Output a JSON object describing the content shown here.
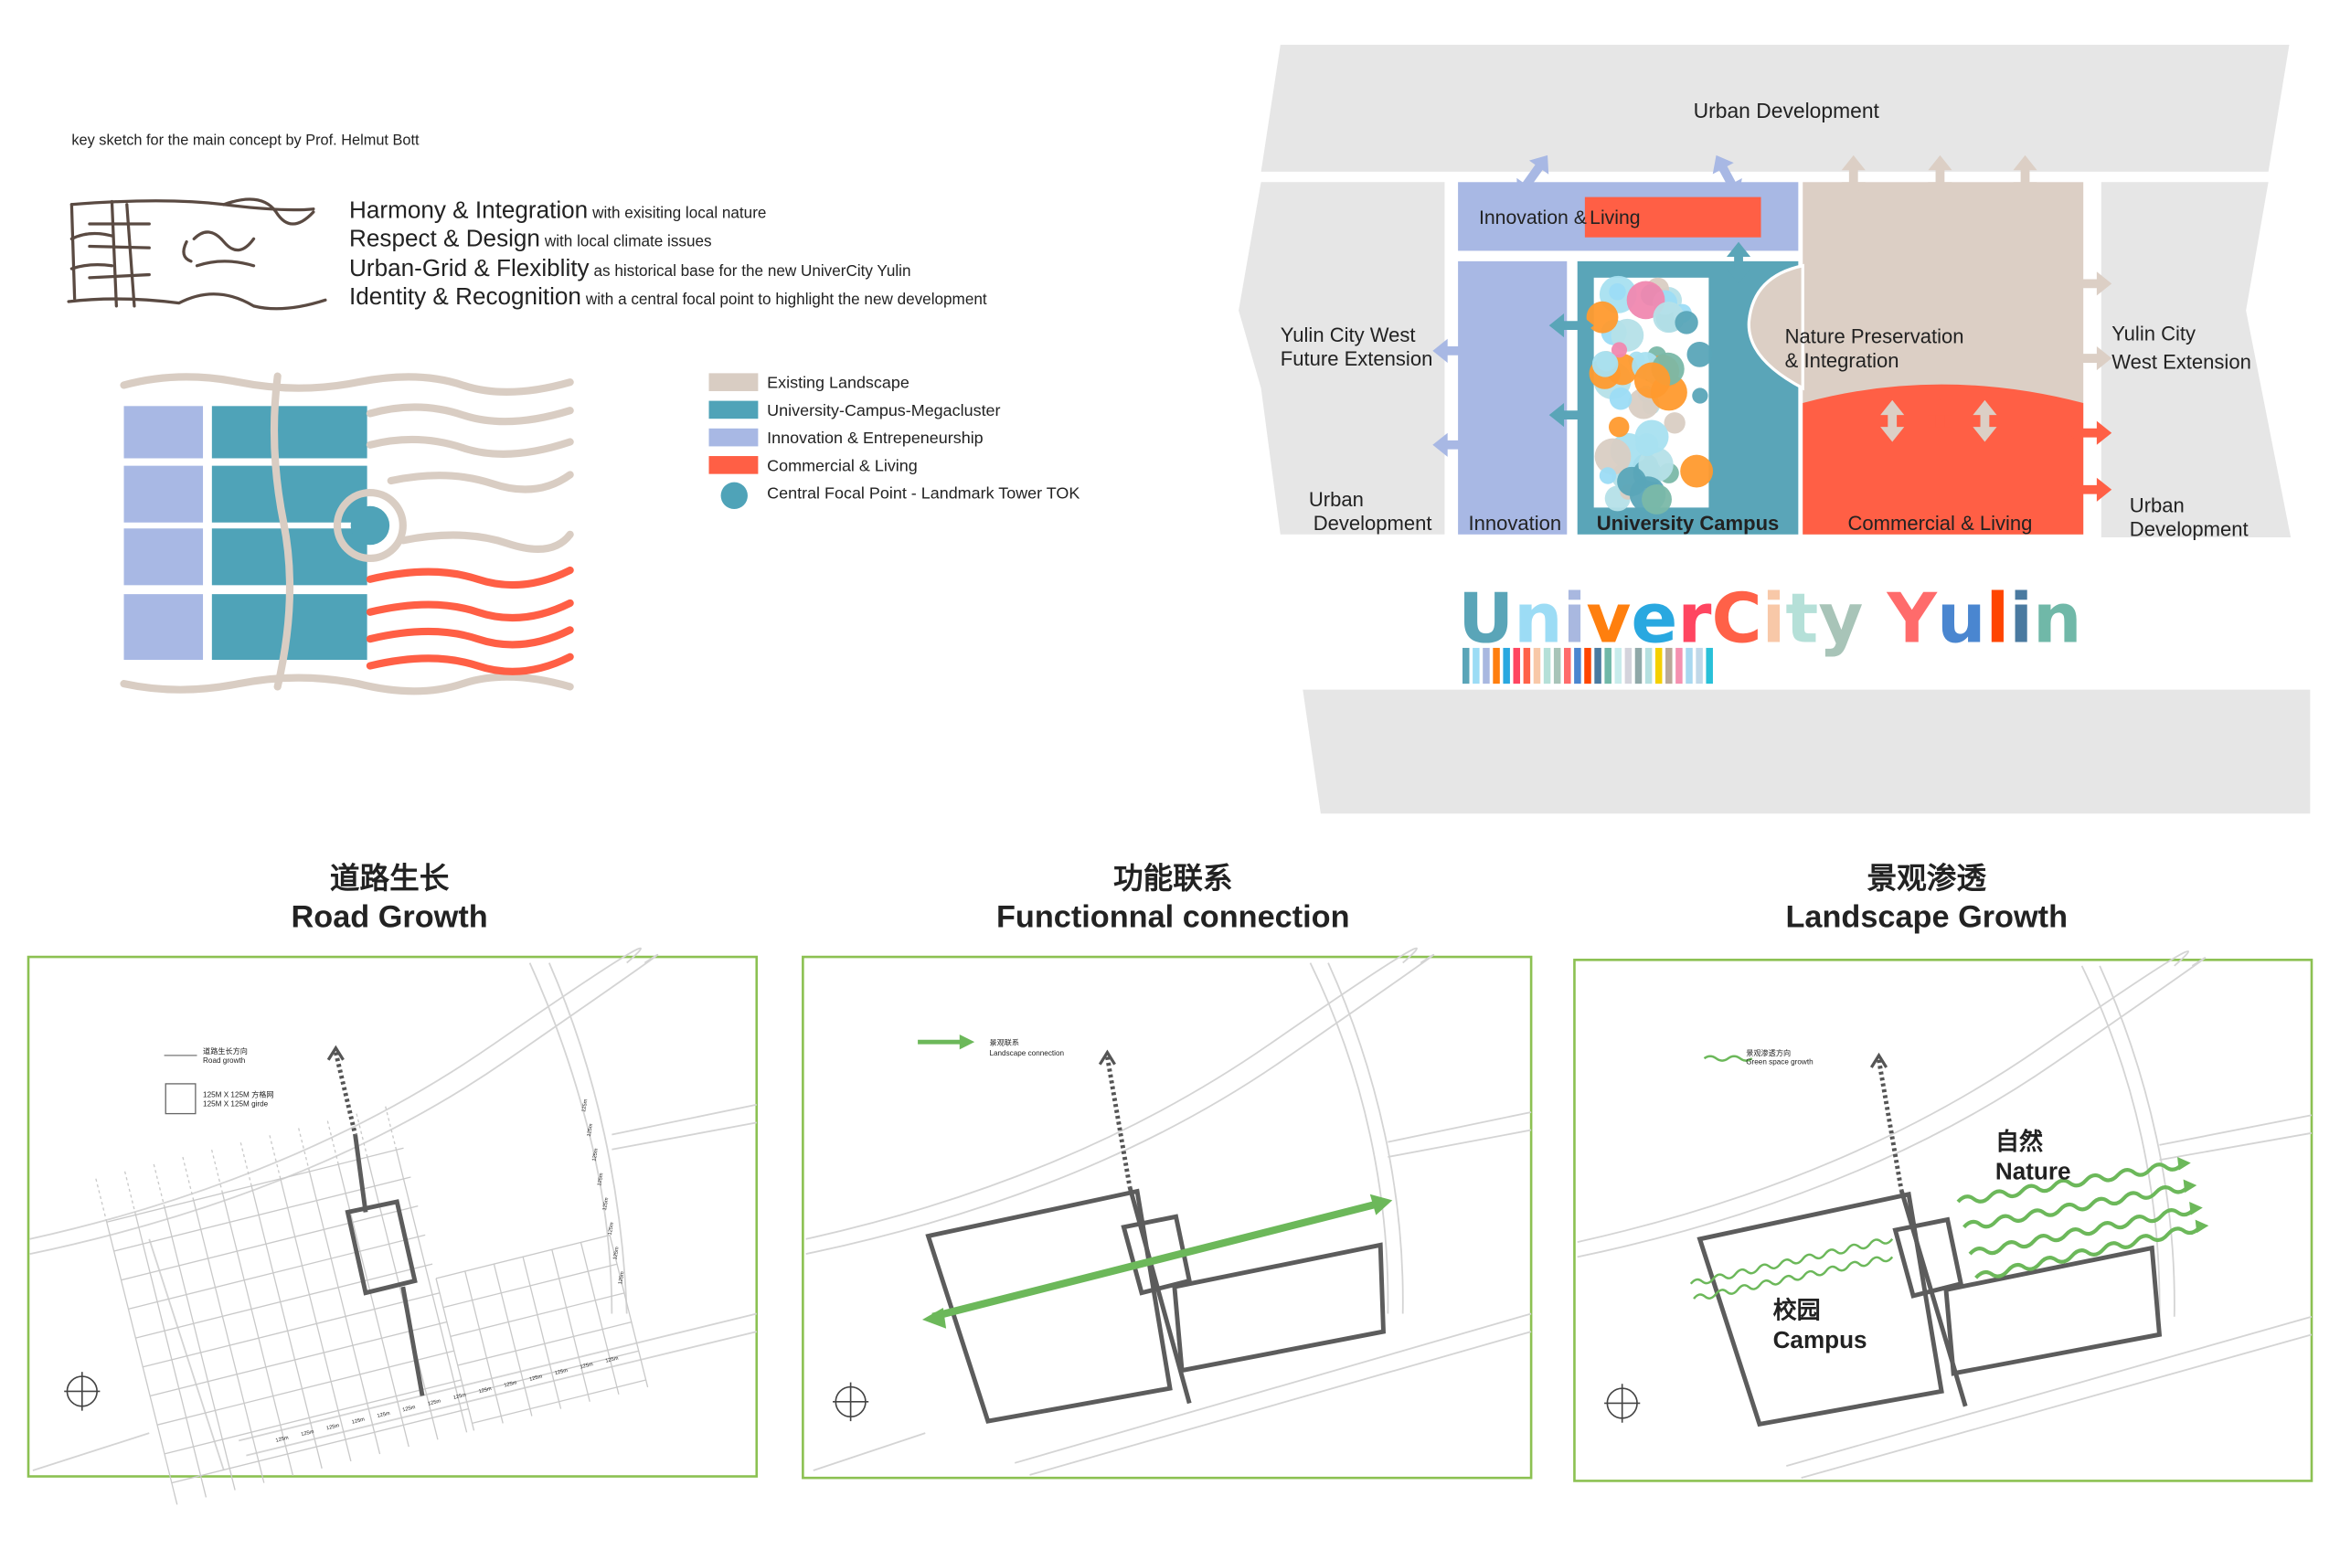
{
  "key_sketch_caption": "key sketch  for the main concept by Prof. Helmut Bott",
  "principles": [
    {
      "title": "Harmony & Integration",
      "detail": "with exisiting local nature"
    },
    {
      "title": "Respect & Design",
      "detail": "with local climate issues"
    },
    {
      "title": "Urban-Grid & Flexiblity",
      "detail": "as historical base for the new UniverCity Yulin"
    },
    {
      "title": "Identity & Recognition",
      "detail": "with a central focal point to highlight the new development"
    }
  ],
  "legend": [
    {
      "label": "Existing Landscape",
      "color": "#d9cdc3",
      "shape": "rect"
    },
    {
      "label": "University-Campus-Megacluster",
      "color": "#4fa3b8",
      "shape": "rect"
    },
    {
      "label": "Innovation & Entrepeneurship",
      "color": "#a8b8e4",
      "shape": "rect"
    },
    {
      "label": "Commercial & Living",
      "color": "#ff5f45",
      "shape": "rect"
    },
    {
      "label": "Central Focal Point - Landmark Tower TOK",
      "color": "#4fa3b8",
      "shape": "circle"
    }
  ],
  "concept_map": {
    "urban_development_top": "Urban Development",
    "innovation_living_a": "Innovation &",
    "innovation_living_b": "Living",
    "west_future_1": "Yulin City West",
    "west_future_2": "Future Extension",
    "nature_1": "Nature Preservation",
    "nature_2": "& Integration",
    "west_ext_1": "Yulin City",
    "west_ext_2": "West Extension",
    "urban_left_1": "Urban",
    "urban_left_2": "Development",
    "innovation": "Innovation",
    "campus": "University Campus",
    "commercial": "Commercial & Living",
    "urban_right_1": "Urban",
    "urban_right_2": "Development",
    "colors": {
      "gray": "#e6e6e6",
      "innovation": "#a8b8e4",
      "campus": "#5aa5b8",
      "nature": "#dccfc5",
      "commercial": "#ff5f45"
    }
  },
  "logo": {
    "text": "UniverCity Yulin",
    "letter_colors": [
      "#5aa5b8",
      "#9cdcf5",
      "#a9b8e0",
      "#ff7f0e",
      "#29a8e0",
      "#ff4560",
      "#ff6148",
      "#f8c8a8",
      "#b5e0d8",
      "#a8c4b8",
      "#ffffff",
      "#ff6b6b",
      "#4a86d0",
      "#ff4500",
      "#4a7aa0",
      "#70b8a8"
    ],
    "bar_colors": [
      "#5aa5b8",
      "#9cdcf5",
      "#a9b8e0",
      "#ff7f0e",
      "#29a8e0",
      "#ff4560",
      "#ff6148",
      "#f8c8a8",
      "#b5e0d8",
      "#a8c4b8",
      "#ff6b6b",
      "#4a86d0",
      "#ff4500",
      "#4a7aa0",
      "#70b8a8",
      "#c8ecec",
      "#d4d4dc",
      "#8fa8a8",
      "#b5e0e0",
      "#f5d000",
      "#b8a89a",
      "#f590b0",
      "#a8d8f0",
      "#c0d8e8",
      "#28c0d8"
    ]
  },
  "panels": [
    {
      "title_cn": "道路生长",
      "title_en": "Road Growth",
      "legend_line_cn": "道路生长方向",
      "legend_line_en": "Road growth",
      "legend_box_cn": "125M X 125M 方格网",
      "legend_box_en": "125M X 125M girde",
      "scale_label": "125m"
    },
    {
      "title_cn": "功能联系",
      "title_en": "Functionnal connection",
      "legend_cn": "景观联系",
      "legend_en": "Landscape connection"
    },
    {
      "title_cn": "景观渗透",
      "title_en": "Landscape Growth",
      "legend_cn": "景观渗透方向",
      "legend_en": "Green space growth",
      "label_nature_cn": "自然",
      "label_nature_en": "Nature",
      "label_campus_cn": "校园",
      "label_campus_en": "Campus"
    }
  ],
  "accent_green": "#6cb85a",
  "panel_border": "#8cc152"
}
